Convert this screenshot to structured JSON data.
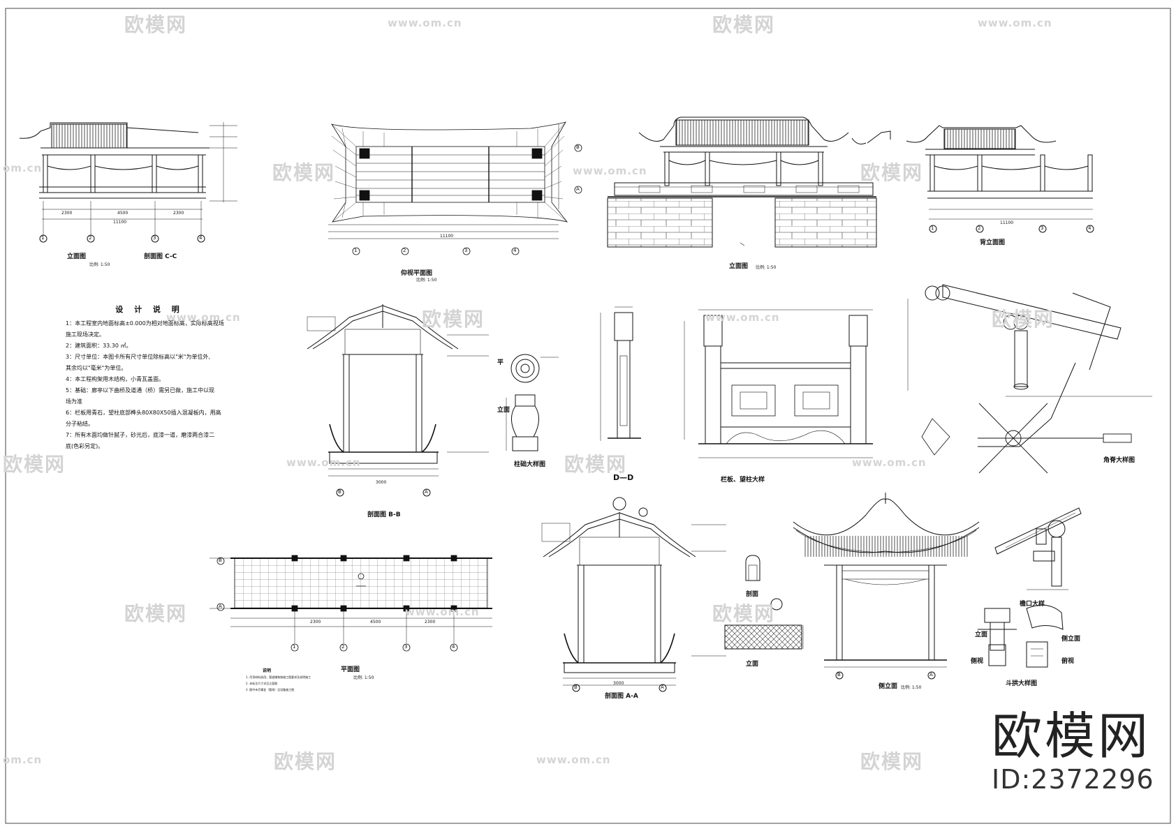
{
  "views": {
    "elevation": "立面图",
    "section_cc": "剖面图 C-C",
    "ceiling_plan": "仰视平面图",
    "front_elevation": "立面图",
    "back_elevation": "背立面图",
    "section_bb": "剖面图 B-B",
    "post_detail": "柱础大样图",
    "section_dd": "D—D",
    "railing_detail": "栏板、望柱大样",
    "corner_detail": "角脊大样图",
    "plan": "平面图",
    "section_aa": "剖面图 A-A",
    "section_small": "剖面",
    "elevation_small": "立面",
    "side_elevation": "侧立面",
    "eave_detail": "檐口大样",
    "bracket_detail": "斗拱大样图",
    "plan_small": "平",
    "side_view": "侧视",
    "top_view": "俯视",
    "front_small": "立面",
    "side_small": "侧立面",
    "scale": "比例: 1:50"
  },
  "notes": {
    "title": "设 计 说 明",
    "items": [
      "1：本工程室内地面标高±0.000为相对地面标高，实际标高视场",
      "施工现场决定。",
      "2：建筑面积：33.30 ㎡。",
      "3：尺寸单位：本图卡所有尺寸单位除标高以\"米\"为单位外,",
      "其余均以\"毫米\"为单位。",
      "4：本工程构架用木结构，小青瓦盖面。",
      "5：基础：廊亭以下曲桥及道通（桥）需另已做，施工中以现",
      "场为准",
      "6：栏板用青石，望柱底部榫头80X80X50插入混凝板内，用高",
      "分子粘结。",
      "7：所有木面均做针腻子，砂光后，底漆一道，磨漆两合漆二",
      "底(色彩另定)。"
    ]
  },
  "legend": {
    "title": "说明",
    "items": [
      "1. 吊顶材料选用，管道铺装按施工图要求及说明施工",
      "2. 未标注尺寸详见立面图",
      "3. 图中未尽事宜（管线）见设备施工图"
    ]
  },
  "axes": [
    "1",
    "2",
    "3",
    "4"
  ],
  "axes_ab": [
    "A",
    "B"
  ],
  "dims": {
    "total": "11100",
    "side": "2300",
    "mid": "4500",
    "depth": "3000"
  },
  "watermark": {
    "site": "www.om.cn",
    "brand": "欧模网",
    "om": "om.cn"
  },
  "logo": {
    "name": "欧模网",
    "id": "ID:2372296"
  }
}
